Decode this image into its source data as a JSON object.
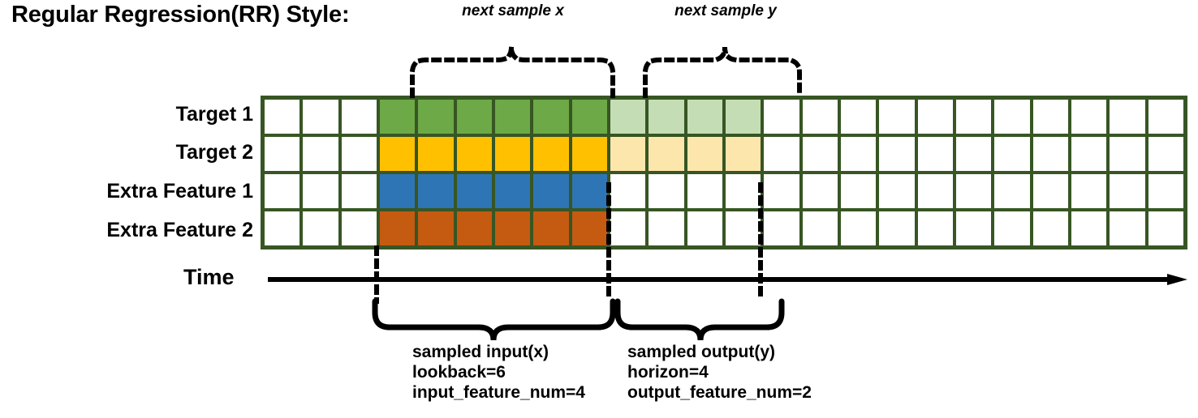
{
  "title": "Regular Regression(RR) Style:",
  "annotations": {
    "next_sample_x": "next sample x",
    "next_sample_y": "next sample y"
  },
  "rows": [
    {
      "label": "Target 1",
      "color": "#6DA947",
      "light_color": "#C5DDB4"
    },
    {
      "label": "Target 2",
      "color": "#FFC000",
      "light_color": "#FDE6AC"
    },
    {
      "label": "Extra Feature 1",
      "color": "#2E75B6",
      "light_color": null
    },
    {
      "label": "Extra Feature 2",
      "color": "#C55A11",
      "light_color": null
    }
  ],
  "axis": {
    "label": "Time"
  },
  "grid": {
    "columns": 24,
    "rows": 4,
    "border_color": "#375623",
    "empty_color": "#ffffff",
    "input_start_col": 3,
    "input_end_col": 9,
    "output_start_col": 9,
    "output_end_col": 13
  },
  "captions": {
    "input": {
      "line1": "sampled input(x)",
      "line2": "lookback=6",
      "line3": "input_feature_num=4"
    },
    "output": {
      "line1": "sampled output(y)",
      "line2": "horizon=4",
      "line3": "output_feature_num=2"
    }
  },
  "chart_data": {
    "type": "table",
    "title": "Regular Regression(RR) Style:",
    "categories": [
      "Target 1",
      "Target 2",
      "Extra Feature 1",
      "Extra Feature 2"
    ],
    "series": [
      {
        "name": "Target 1",
        "values": [
          "",
          "",
          "",
          "x",
          "x",
          "x",
          "x",
          "x",
          "x",
          "y",
          "y",
          "y",
          "y",
          "",
          "",
          "",
          "",
          "",
          "",
          "",
          "",
          "",
          "",
          ""
        ]
      },
      {
        "name": "Target 2",
        "values": [
          "",
          "",
          "",
          "x",
          "x",
          "x",
          "x",
          "x",
          "x",
          "y",
          "y",
          "y",
          "y",
          "",
          "",
          "",
          "",
          "",
          "",
          "",
          "",
          "",
          "",
          ""
        ]
      },
      {
        "name": "Extra Feature 1",
        "values": [
          "",
          "",
          "",
          "x",
          "x",
          "x",
          "x",
          "x",
          "x",
          "",
          "",
          "",
          "",
          "",
          "",
          "",
          "",
          "",
          "",
          "",
          "",
          "",
          "",
          ""
        ]
      },
      {
        "name": "Extra Feature 2",
        "values": [
          "",
          "",
          "",
          "x",
          "x",
          "x",
          "x",
          "x",
          "x",
          "",
          "",
          "",
          "",
          "",
          "",
          "",
          "",
          "",
          "",
          "",
          "",
          "",
          "",
          ""
        ]
      }
    ],
    "xlabel": "Time",
    "ylabel": "",
    "grid": true,
    "legend": "none",
    "annotations": [
      "next sample x",
      "next sample y",
      "sampled input(x) lookback=6 input_feature_num=4",
      "sampled output(y) horizon=4 output_feature_num=2"
    ]
  }
}
